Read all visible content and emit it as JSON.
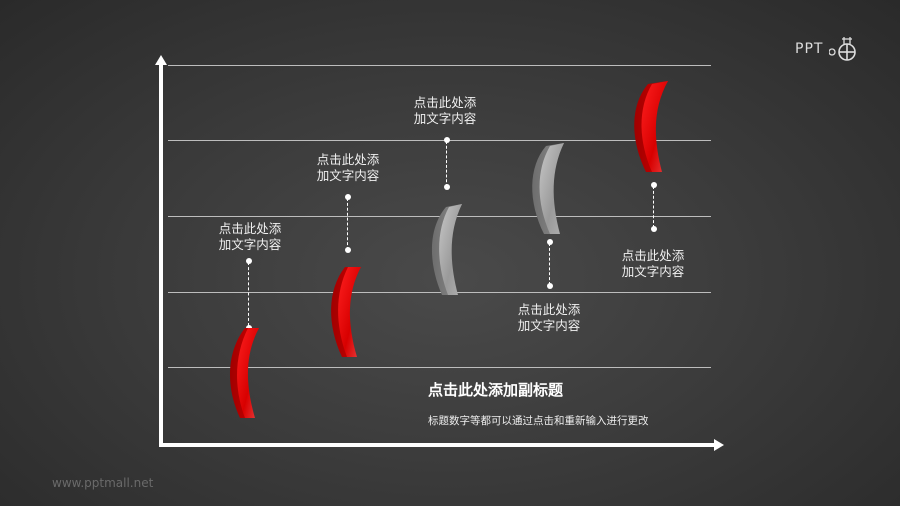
{
  "logo": {
    "text": "PPT",
    "icon": "ppt-logo-circle-cross-icon"
  },
  "chart": {
    "gridlines_y": [
      65,
      140,
      216,
      292,
      367
    ],
    "axes": {
      "x_arrow": true,
      "y_arrow": true
    },
    "colors": {
      "red": "#e00000",
      "gray": "#9a9a9a",
      "line": "#bdbdbd",
      "text": "#f0f0f0"
    }
  },
  "items": [
    {
      "label_line1": "点击此处添",
      "label_line2": "加文字内容",
      "color": "red",
      "label_position": "above"
    },
    {
      "label_line1": "点击此处添",
      "label_line2": "加文字内容",
      "color": "red",
      "label_position": "above"
    },
    {
      "label_line1": "点击此处添",
      "label_line2": "加文字内容",
      "color": "gray",
      "label_position": "above"
    },
    {
      "label_line1": "点击此处添",
      "label_line2": "加文字内容",
      "color": "gray",
      "label_position": "below"
    },
    {
      "label_line1": "点击此处添",
      "label_line2": "加文字内容",
      "color": "red",
      "label_position": "below"
    }
  ],
  "subtitle": "点击此处添加副标题",
  "description": "标题数字等都可以通过点击和重新输入进行更改",
  "footer": "www.pptmall.net"
}
